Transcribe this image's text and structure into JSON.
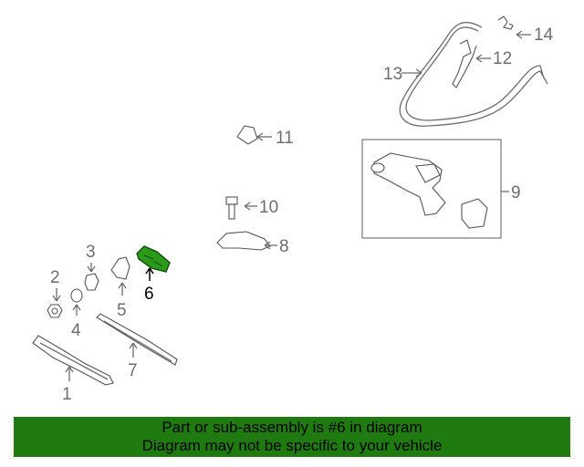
{
  "callouts": {
    "c1": "1",
    "c2": "2",
    "c3": "3",
    "c4": "4",
    "c5": "5",
    "c6": "6",
    "c7": "7",
    "c8": "8",
    "c9": "9",
    "c10": "10",
    "c11": "11",
    "c12": "12",
    "c13": "13",
    "c14": "14"
  },
  "highlighted_part": "6",
  "banner": {
    "line1": "Part or sub-assembly is #6 in diagram",
    "line2": "Diagram may not be specific to your vehicle"
  },
  "colors": {
    "banner_bg": "#1f7a0f",
    "highlight": "#2b9a1a",
    "callout_gray": "#6e6e6e"
  }
}
